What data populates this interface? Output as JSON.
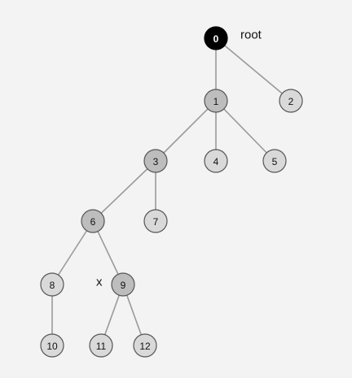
{
  "diagram": {
    "root_label": "root",
    "marker_label": "x",
    "colors": {
      "background": "#f3f3f3",
      "edge": "#9a9a9a",
      "root_fill": "#000000",
      "root_text": "#ffffff",
      "dark_fill": "#bdbdbd",
      "light_fill": "#d9d9d9",
      "node_stroke": "#555555",
      "node_text": "#111111"
    },
    "nodes": [
      {
        "id": "0",
        "label": "0",
        "style": "root"
      },
      {
        "id": "1",
        "label": "1",
        "style": "dark"
      },
      {
        "id": "2",
        "label": "2",
        "style": "light"
      },
      {
        "id": "3",
        "label": "3",
        "style": "dark"
      },
      {
        "id": "4",
        "label": "4",
        "style": "light"
      },
      {
        "id": "5",
        "label": "5",
        "style": "light"
      },
      {
        "id": "6",
        "label": "6",
        "style": "dark"
      },
      {
        "id": "7",
        "label": "7",
        "style": "light"
      },
      {
        "id": "8",
        "label": "8",
        "style": "light"
      },
      {
        "id": "9",
        "label": "9",
        "style": "dark"
      },
      {
        "id": "10",
        "label": "10",
        "style": "light"
      },
      {
        "id": "11",
        "label": "11",
        "style": "light"
      },
      {
        "id": "12",
        "label": "12",
        "style": "light"
      }
    ],
    "edges": [
      [
        "0",
        "1"
      ],
      [
        "0",
        "2"
      ],
      [
        "1",
        "3"
      ],
      [
        "1",
        "4"
      ],
      [
        "1",
        "5"
      ],
      [
        "3",
        "6"
      ],
      [
        "3",
        "7"
      ],
      [
        "6",
        "8"
      ],
      [
        "6",
        "9"
      ],
      [
        "8",
        "10"
      ],
      [
        "9",
        "11"
      ],
      [
        "9",
        "12"
      ]
    ]
  }
}
